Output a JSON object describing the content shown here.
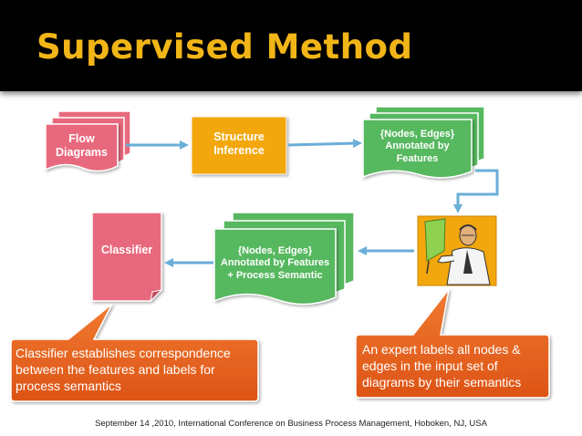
{
  "slide": {
    "title": "Supervised Method",
    "footer": "September 14 ,2010, International Conference on Business Process Management, Hoboken, NJ, USA"
  },
  "nodes": {
    "flow_diagrams": {
      "label": "Flow\nDiagrams",
      "color": "#e8697d"
    },
    "structure_inference": {
      "label": "Structure\nInference",
      "color": "#f2a70d"
    },
    "annotated_features": {
      "label": "{Nodes, Edges}\nAnnotated by\nFeatures",
      "color": "#57b85f"
    },
    "annotated_semantic": {
      "label": "{Nodes, Edges}\nAnnotated by Features\n+ Process Semantic",
      "color": "#57b85f"
    },
    "classifier": {
      "label": "Classifier",
      "color": "#e8697d"
    },
    "expert": {
      "icon": "expert-presenter-icon",
      "color": "#f2a70d"
    }
  },
  "callouts": {
    "classifier_note": "Classifier establishes correspondence between the features and labels for process semantics",
    "expert_note": "An expert labels all nodes & edges in the input set of diagrams by their semantics",
    "color": "#e8641f"
  },
  "arrow_color": "#6aaed8"
}
